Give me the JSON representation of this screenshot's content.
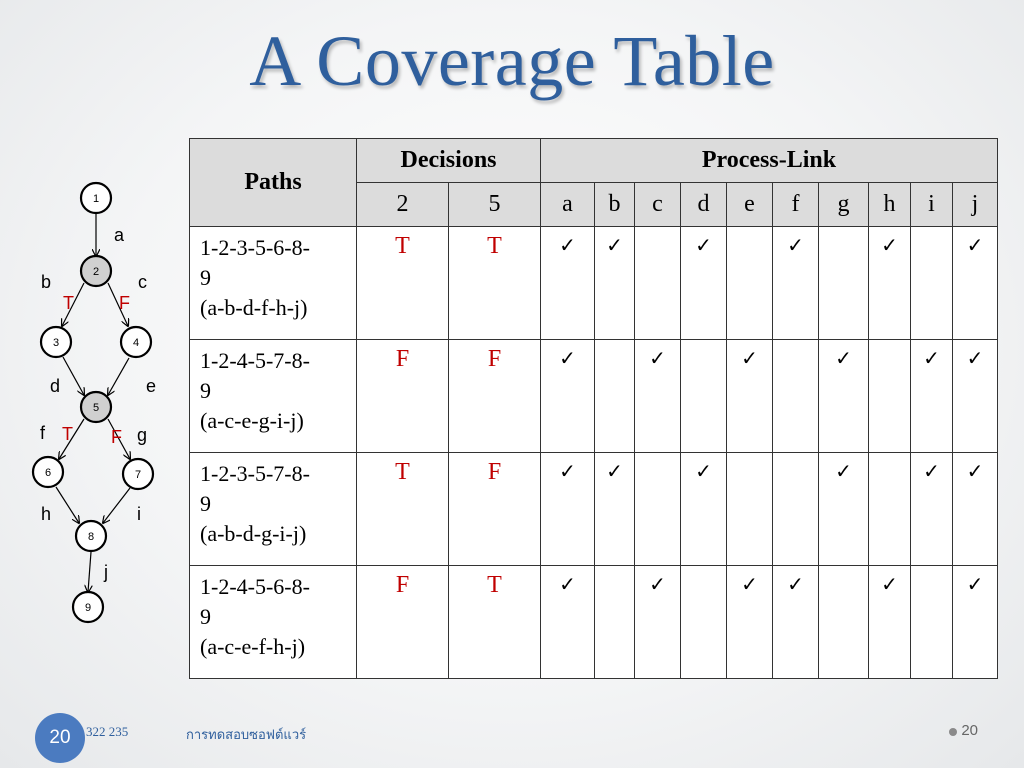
{
  "title": "A Coverage Table",
  "table": {
    "paths_header": "Paths",
    "decisions_header": "Decisions",
    "process_link_header": "Process-Link",
    "decision_cols": [
      "2",
      "5"
    ],
    "link_cols": [
      "a",
      "b",
      "c",
      "d",
      "e",
      "f",
      "g",
      "h",
      "i",
      "j"
    ],
    "check_mark": "✓",
    "rows": [
      {
        "path": "1-2-3-5-6-8-\n9\n(a-b-d-f-h-j)",
        "decisions": [
          "T",
          "T"
        ],
        "links": [
          true,
          true,
          false,
          true,
          false,
          true,
          false,
          true,
          false,
          true
        ]
      },
      {
        "path": "1-2-4-5-7-8-\n9\n(a-c-e-g-i-j)",
        "decisions": [
          "F",
          "F"
        ],
        "links": [
          true,
          false,
          true,
          false,
          true,
          false,
          true,
          false,
          true,
          true
        ]
      },
      {
        "path": "1-2-3-5-7-8-\n9\n(a-b-d-g-i-j)",
        "decisions": [
          "T",
          "F"
        ],
        "links": [
          true,
          true,
          false,
          true,
          false,
          false,
          true,
          false,
          true,
          true
        ]
      },
      {
        "path": "1-2-4-5-6-8-\n9\n(a-c-e-f-h-j)",
        "decisions": [
          "F",
          "T"
        ],
        "links": [
          true,
          false,
          true,
          false,
          true,
          true,
          false,
          true,
          false,
          true
        ]
      }
    ]
  },
  "graph": {
    "nodes": [
      "1",
      "2",
      "3",
      "4",
      "5",
      "6",
      "7",
      "8",
      "9"
    ],
    "edge_labels": [
      "a",
      "b",
      "c",
      "d",
      "e",
      "f",
      "g",
      "h",
      "i",
      "j"
    ],
    "true_label": "T",
    "false_label": "F"
  },
  "footer": {
    "page_circle": "20",
    "course_code": "322 235",
    "subject": "การทดสอบซอฟต์แวร์",
    "page_number": "20"
  },
  "colors": {
    "title": "#2f5f9d",
    "decision_text": "#c00000",
    "header_bg": "#dcdcdc",
    "page_circle": "#4b7bc0",
    "decision_node": "#d0d0d0"
  }
}
